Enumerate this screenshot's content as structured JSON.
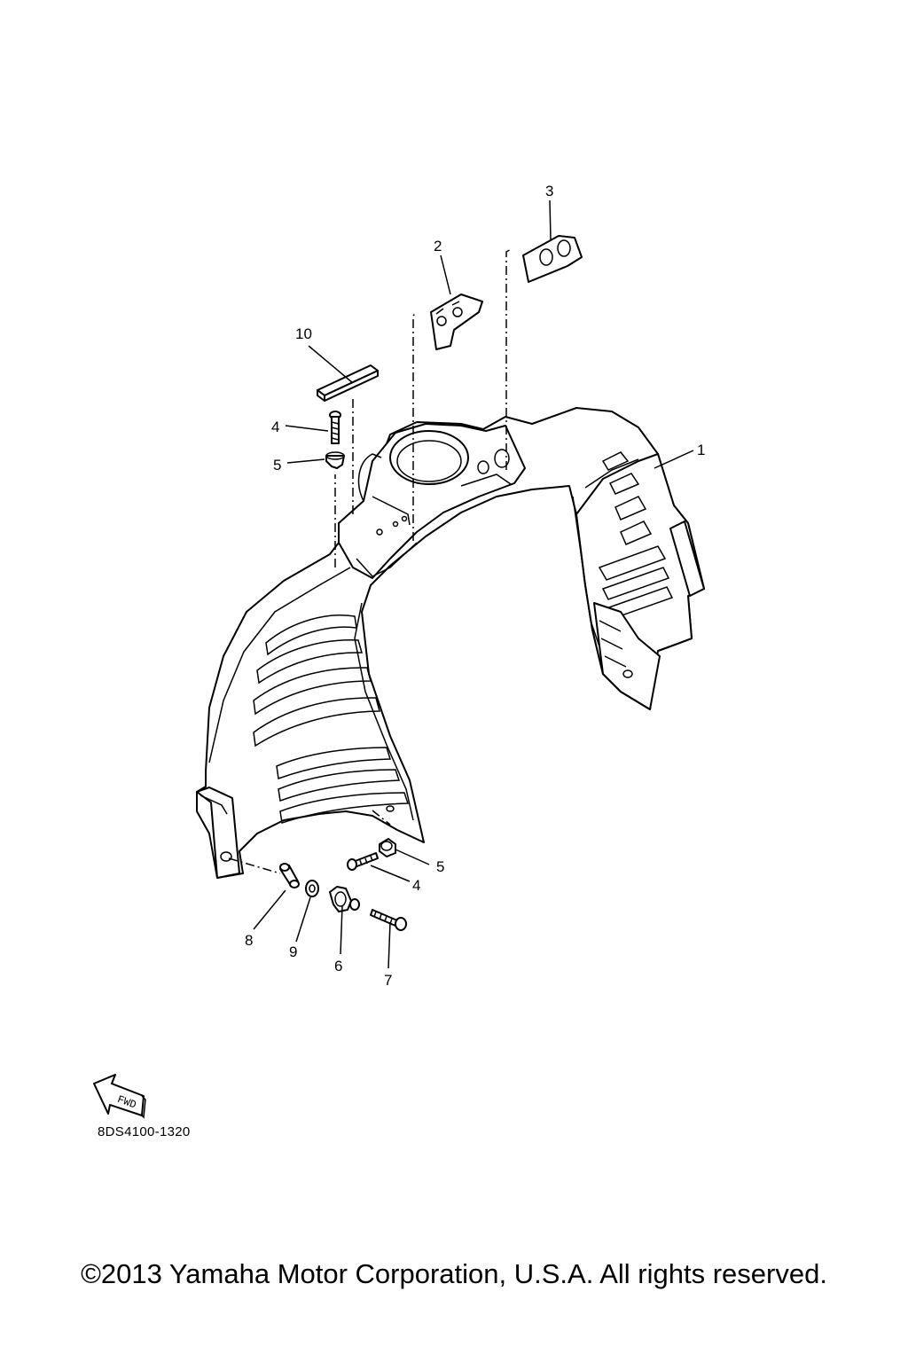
{
  "diagram": {
    "callouts": [
      {
        "id": "1",
        "label": "1"
      },
      {
        "id": "2",
        "label": "2"
      },
      {
        "id": "3",
        "label": "3"
      },
      {
        "id": "4",
        "label": "4"
      },
      {
        "id": "4b",
        "label": "4"
      },
      {
        "id": "5",
        "label": "5"
      },
      {
        "id": "5b",
        "label": "5"
      },
      {
        "id": "6",
        "label": "6"
      },
      {
        "id": "7",
        "label": "7"
      },
      {
        "id": "8",
        "label": "8"
      },
      {
        "id": "9",
        "label": "9"
      },
      {
        "id": "10",
        "label": "10"
      }
    ],
    "fwd_label": "FWD",
    "drawing_code": "8DS4100-1320"
  },
  "footer": {
    "copyright": "©2013 Yamaha Motor Corporation, U.S.A. All rights reserved."
  },
  "colors": {
    "ink": "#000000",
    "background": "#ffffff"
  }
}
